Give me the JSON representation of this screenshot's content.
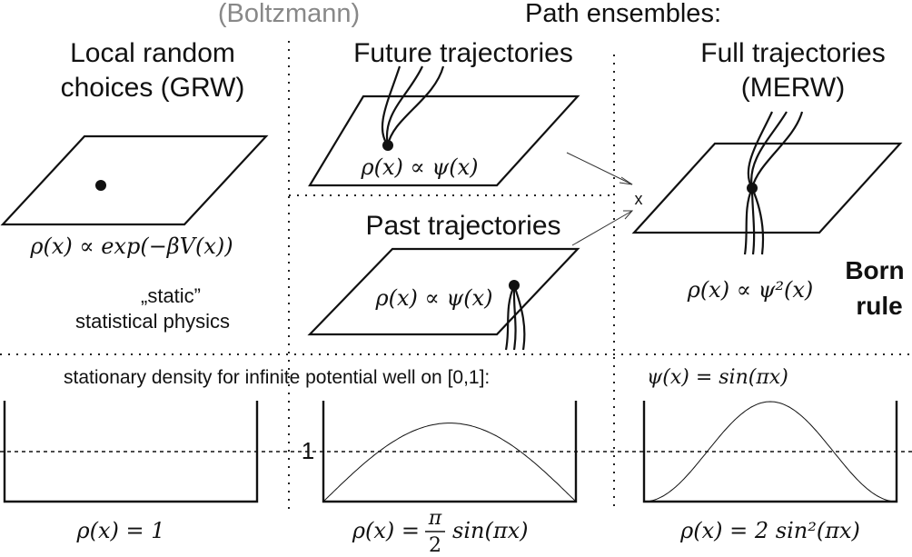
{
  "header": {
    "boltzmann": "(Boltzmann)",
    "path_ensembles": "Path ensembles:"
  },
  "left": {
    "title_line1": "Local random",
    "title_line2": "choices (GRW)",
    "formula": "ρ(x) ∝ exp(−βV(x))",
    "note_line1": "„static”",
    "note_line2": "statistical physics"
  },
  "middle": {
    "future_title": "Future trajectories",
    "future_formula": "ρ(x) ∝ ψ(x)",
    "past_title": "Past trajectories",
    "past_formula": "ρ(x) ∝ ψ(x)"
  },
  "cross_label": "x",
  "right": {
    "title_line1": "Full trajectories",
    "title_line2": "(MERW)",
    "formula": "ρ(x) ∝ ψ²(x)",
    "born_line1": "Born",
    "born_line2": "rule"
  },
  "bottom": {
    "stationary_text": "stationary density for infinite potential well on [0,1]:",
    "psi_formula": "ψ(x) = sin(πx)",
    "level_label": "1",
    "left_formula": "ρ(x) = 1",
    "mid_formula_prefix": "ρ(x) =",
    "mid_frac_num": "π",
    "mid_frac_den": "2",
    "mid_formula_suffix": "sin(πx)",
    "right_formula": "ρ(x) = 2 sin²(πx)"
  },
  "colors": {
    "ink": "#111111",
    "boltzmann_gray": "#888888"
  }
}
